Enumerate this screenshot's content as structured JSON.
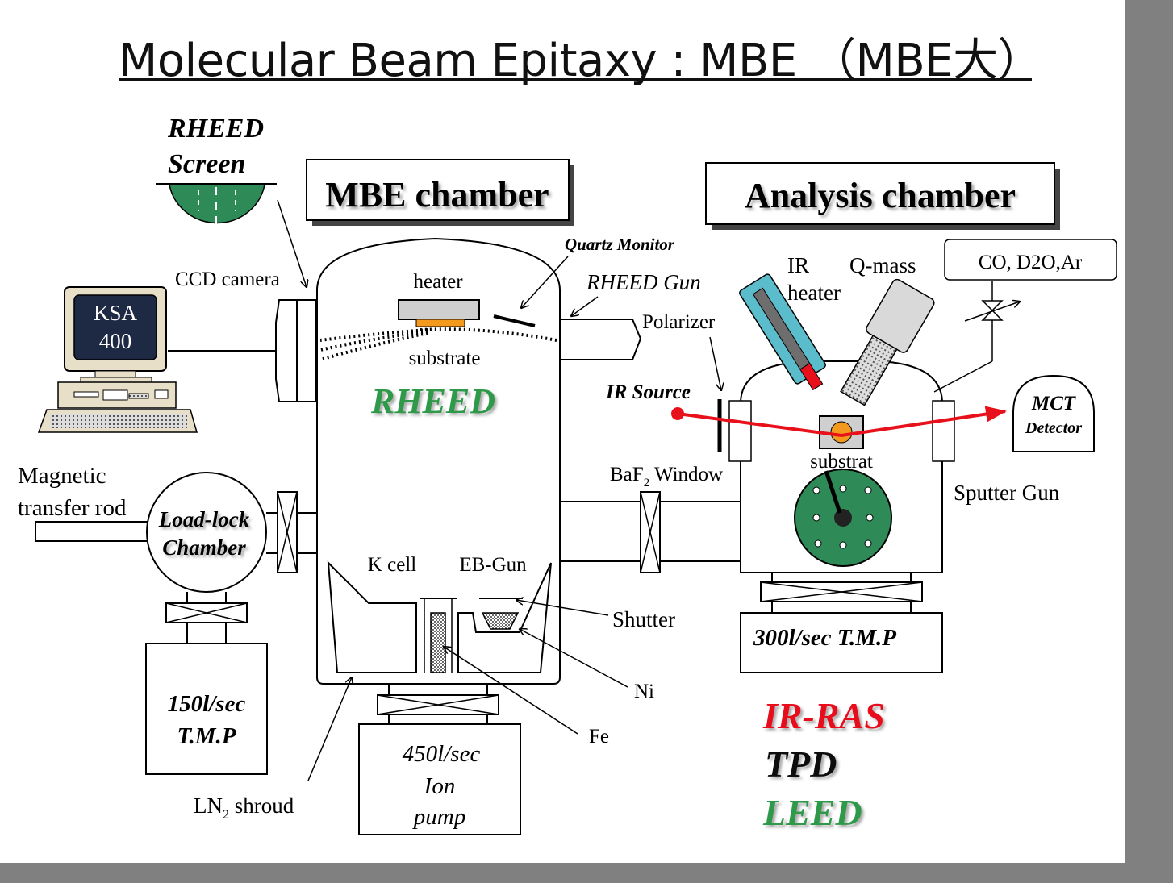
{
  "title": "Molecular Beam Epitaxy : MBE （MBE大）",
  "labels": {
    "rheed_screen_1": "RHEED",
    "rheed_screen_2": "Screen",
    "mbe_chamber": "MBE chamber",
    "analysis_chamber": "Analysis chamber",
    "quartz_monitor": "Quartz Monitor",
    "rheed_gun": "RHEED Gun",
    "ccd_camera": "CCD camera",
    "heater": "heater",
    "substrate": "substrate",
    "rheed": "RHEED",
    "ksa_1": "KSA",
    "ksa_2": "400",
    "polarizer": "Polarizer",
    "ir_source": "IR Source",
    "ir_heater_1": "IR",
    "ir_heater_2": "heater",
    "q_mass": "Q-mass",
    "gases": "CO, D2O,Ar",
    "mct_1": "MCT",
    "mct_2": "Detector",
    "substrat": "substrat",
    "baf2_window_a": "BaF",
    "baf2_window_sub": "2",
    "baf2_window_b": " Window",
    "sputter_gun": "Sputter Gun",
    "magnetic_1": "Magnetic",
    "magnetic_2": "transfer rod",
    "loadlock_1": "Load-lock",
    "loadlock_2": "Chamber",
    "k_cell": "K cell",
    "eb_gun": "EB-Gun",
    "shutter": "Shutter",
    "ni": "Ni",
    "fe": "Fe",
    "tmp300": "300l/sec T.M.P",
    "tmp150_1": "150l/sec",
    "tmp150_2": "T.M.P",
    "ion_1": "450l/sec",
    "ion_2": "Ion",
    "ion_3": "pump",
    "ln2_a": "LN",
    "ln2_sub": "2",
    "ln2_b": " shroud",
    "ir_ras": "IR-RAS",
    "tpd": "TPD",
    "leed": "LEED"
  },
  "colors": {
    "screen_green": "#2e8b57",
    "rheed_green": "#2e9a4a",
    "beam_red": "#e8101a",
    "ir_ras_red": "#e8101a",
    "substrate_orange": "#f39a1e",
    "monitor_blue": "#1e2a44",
    "heater_cyan": "#5bbccc",
    "background_gray": "#808080"
  }
}
